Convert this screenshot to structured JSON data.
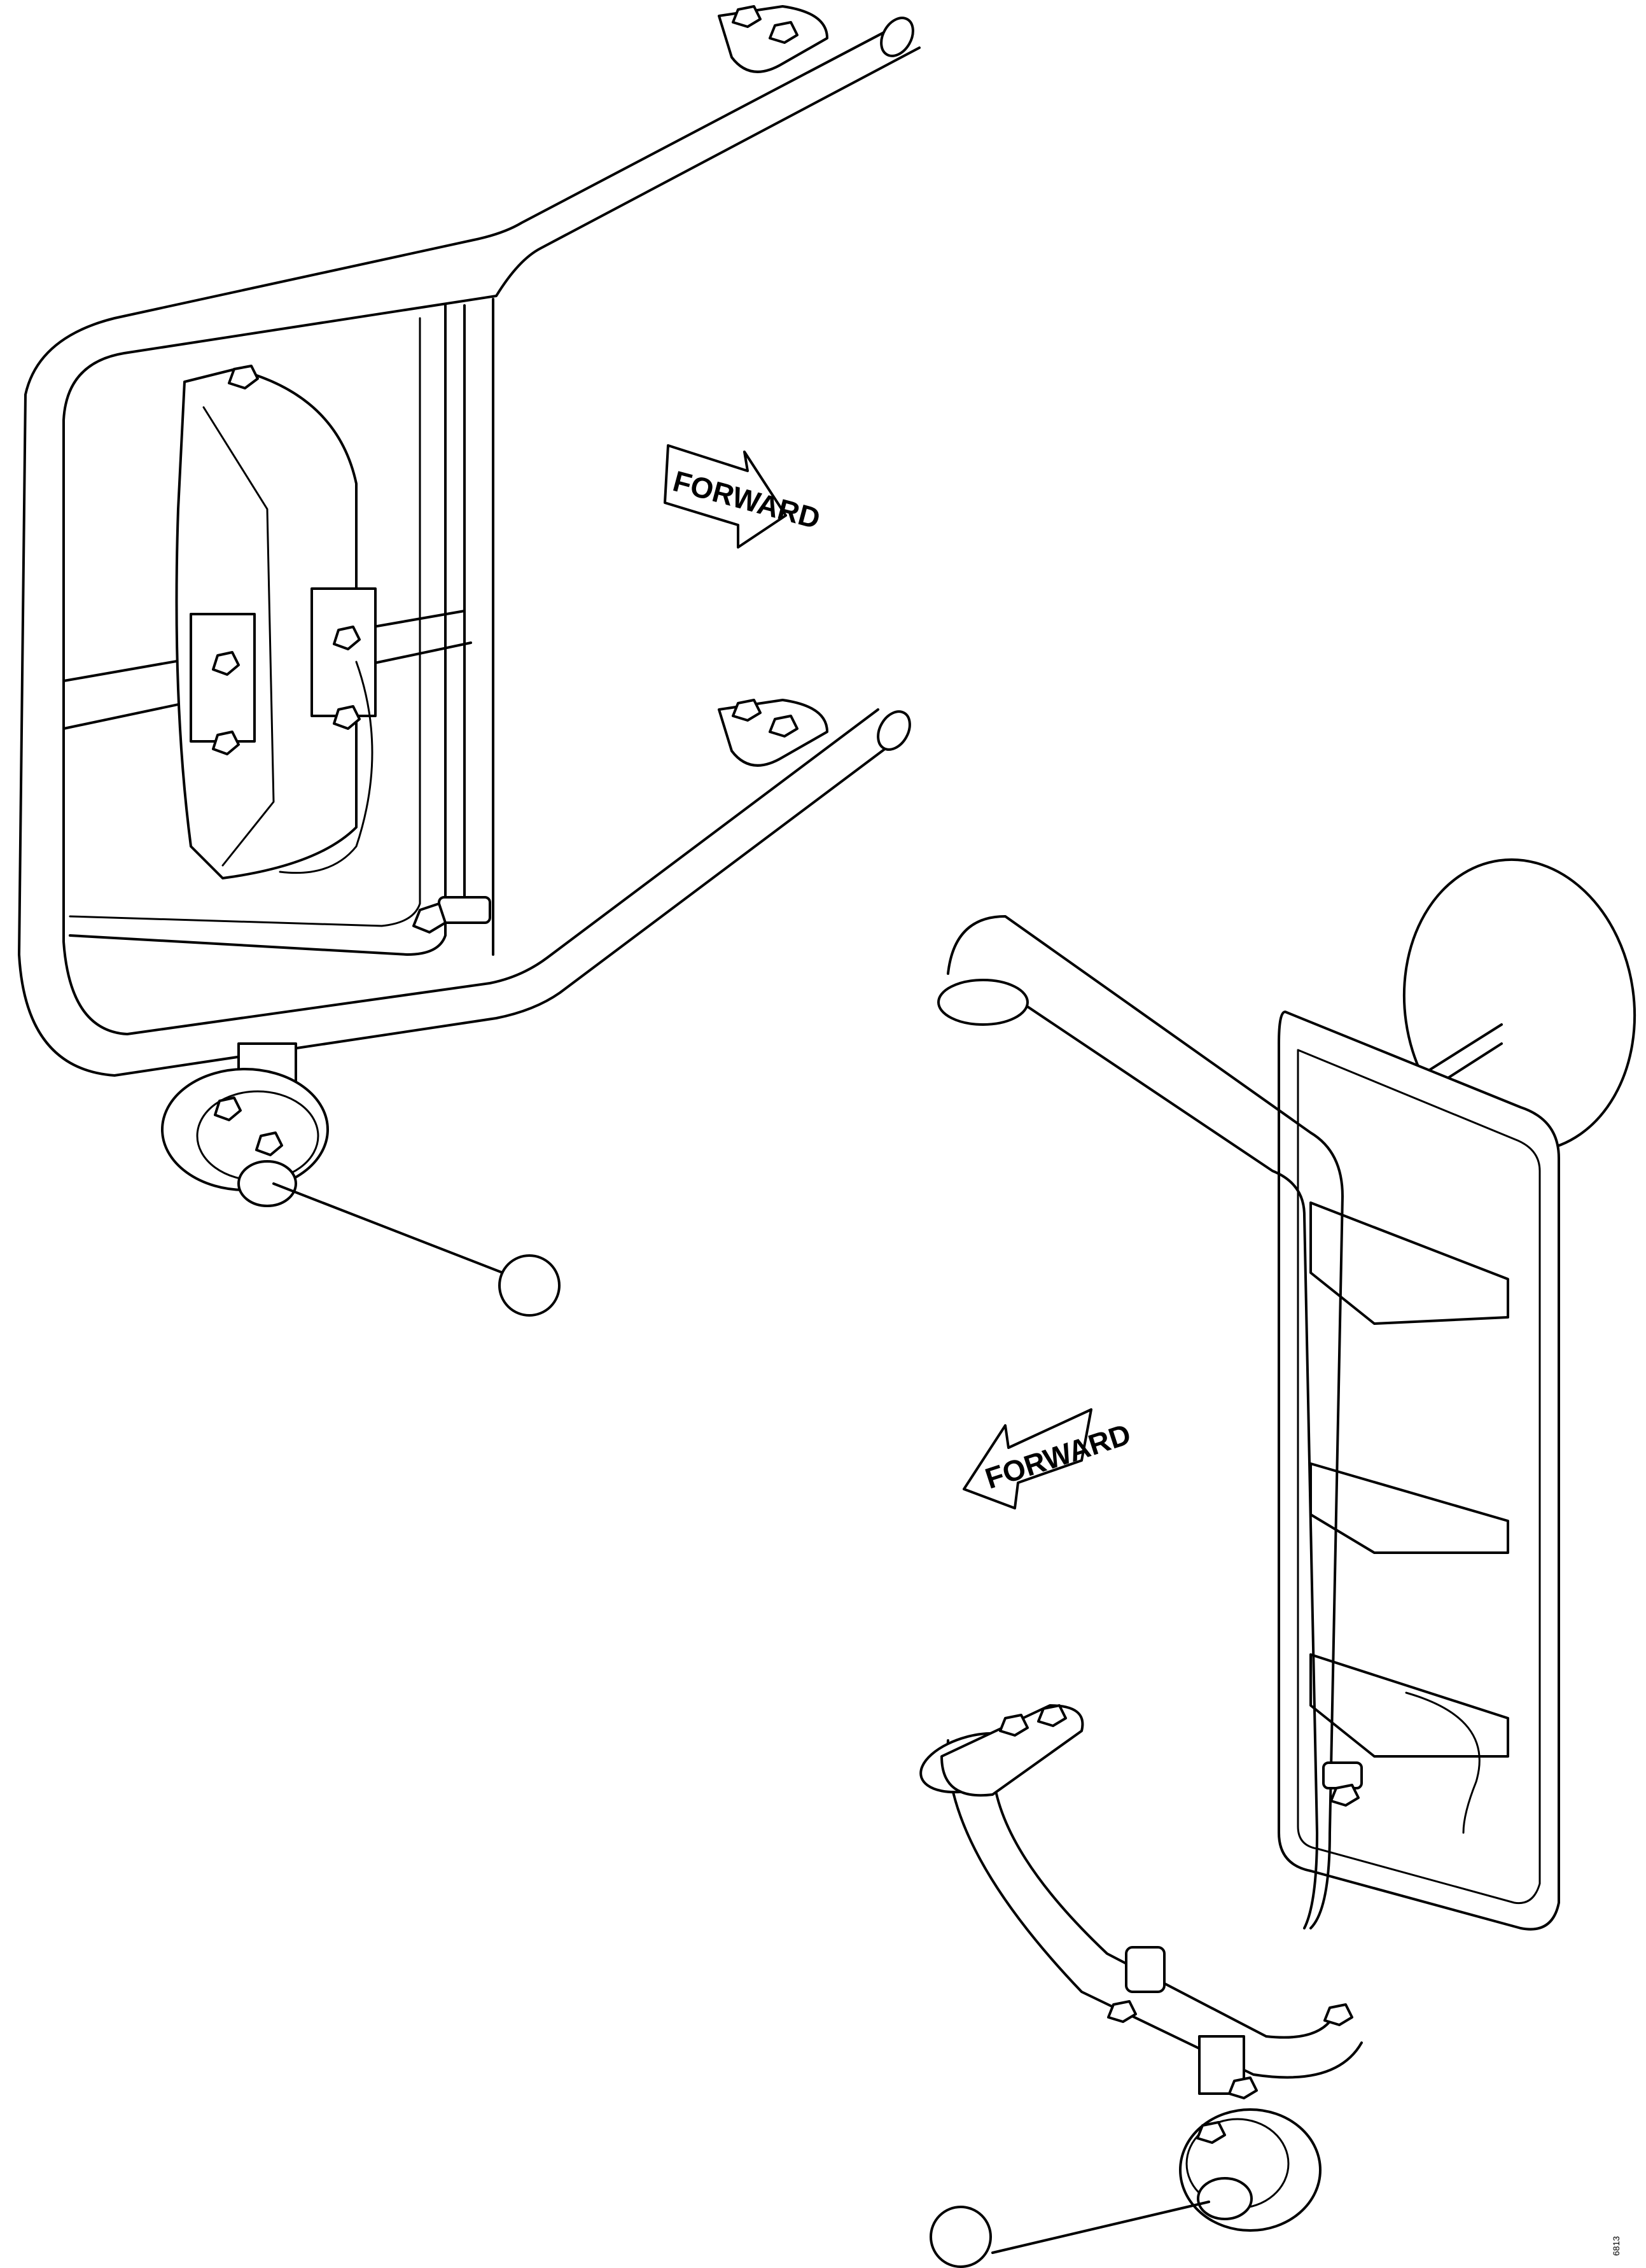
{
  "arrows": [
    {
      "label": "FORWARD"
    },
    {
      "label": "FORWARD"
    }
  ],
  "figure_code": "6813"
}
